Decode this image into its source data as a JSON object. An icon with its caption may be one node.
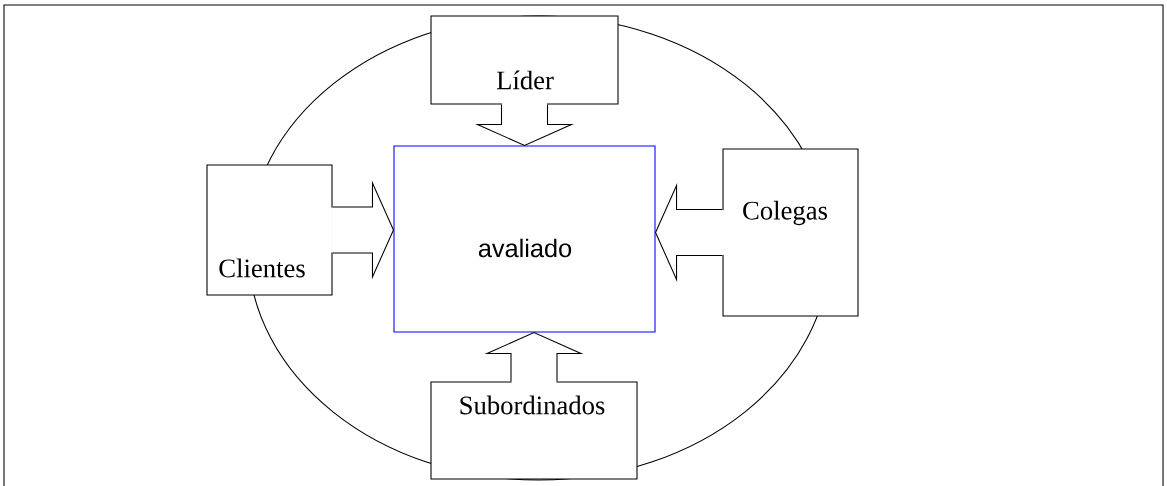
{
  "diagram": {
    "nodes": [
      {
        "text": [
          "Líder"
        ]
      },
      {
        "text": [
          "Clientes"
        ]
      },
      {
        "text": [
          "avaliado"
        ]
      },
      {
        "text": [
          "Colegas"
        ]
      },
      {
        "text": [
          "Subordinados"
        ]
      }
    ],
    "edges": [
      {
        "from": 0,
        "to": 2,
        "arrow": "to"
      },
      {
        "from": 1,
        "to": 2,
        "arrow": "to"
      },
      {
        "from": 3,
        "to": 2,
        "arrow": "to"
      },
      {
        "from": 4,
        "to": 2,
        "arrow": "to"
      }
    ]
  }
}
